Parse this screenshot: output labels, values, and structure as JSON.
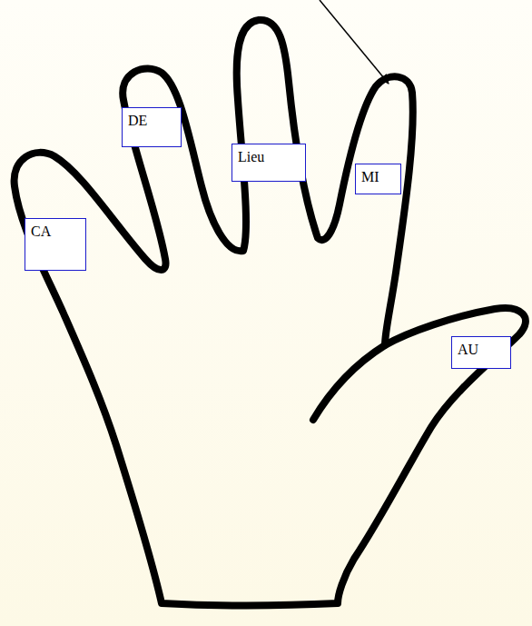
{
  "diagram": {
    "nodes": [
      {
        "text": [
          "DE"
        ]
      },
      {
        "text": [
          "Lieu"
        ]
      },
      {
        "text": [
          "MI"
        ]
      },
      {
        "text": [
          "CA"
        ]
      },
      {
        "text": [
          "AU"
        ]
      }
    ]
  }
}
